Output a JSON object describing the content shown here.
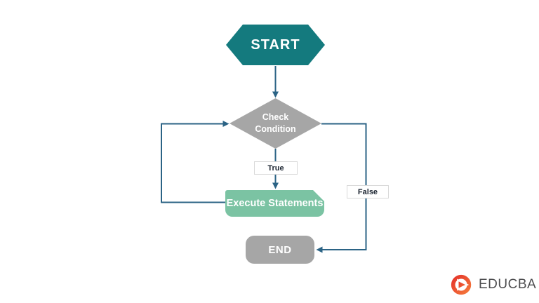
{
  "flowchart": {
    "start": "START",
    "decision": "Check Condition",
    "true_label": "True",
    "process": "Execute Statements",
    "false_label": "False",
    "end": "END"
  },
  "logo": {
    "brand": "EDUCBA"
  },
  "colors": {
    "background": "#ffffff",
    "teal": "#147a7e",
    "shape_gray": "#a6a6a6",
    "process_green": "#7bc3a3",
    "shape_text": "#ffffff",
    "connector": "#2b6385",
    "branch_text": "#1b2430",
    "branch_border": "#d9d9d9",
    "logo_red": "#e5342b",
    "logo_orange": "#f4793b",
    "logo_text_gray": "#4d4d4f"
  }
}
